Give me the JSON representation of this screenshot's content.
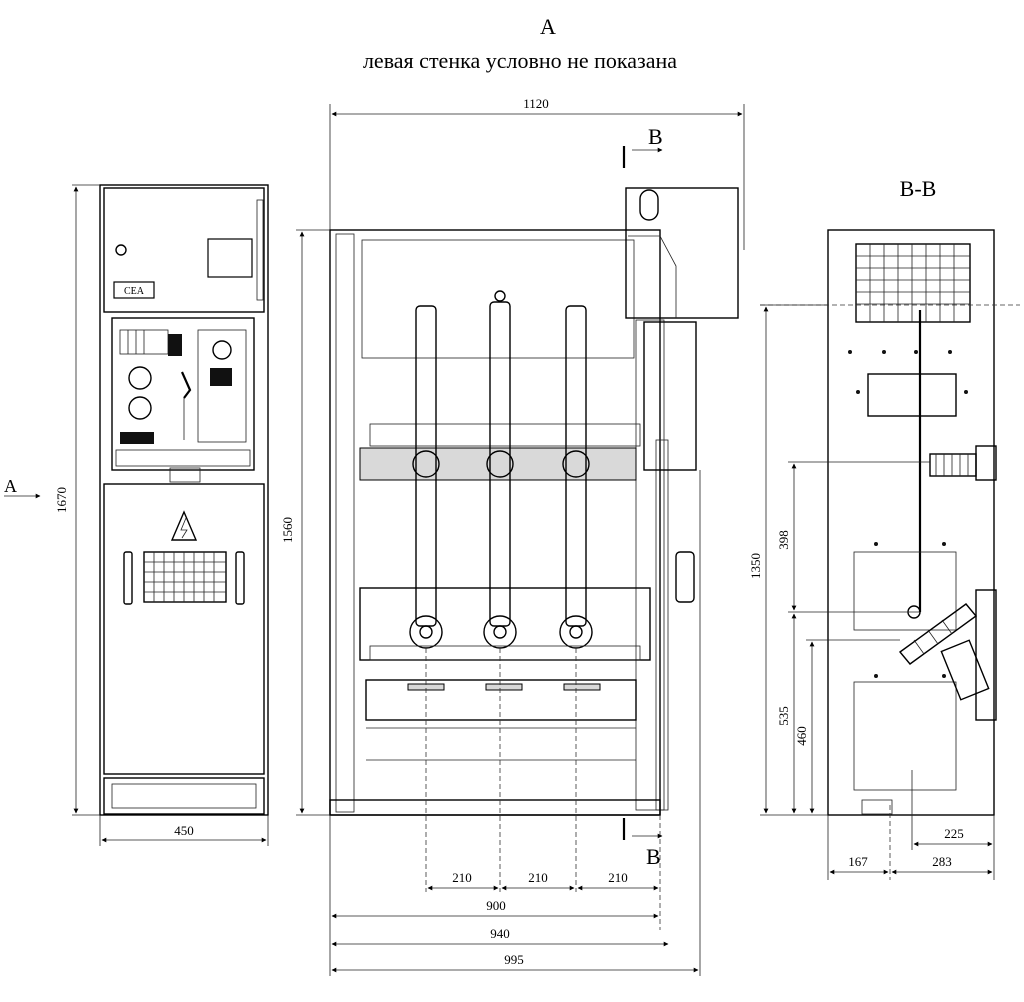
{
  "header": {
    "view_letter": "A",
    "caption": "левая стенка условно не показана"
  },
  "arrow_labels": {
    "a_left": "A",
    "b_top": "B",
    "b_bottom": "B",
    "section_title": "B-B"
  },
  "front_view": {
    "width": "450",
    "height": "1670"
  },
  "side_view": {
    "overall_width": "1120",
    "height": "1560",
    "pitch_1": "210",
    "pitch_2": "210",
    "pitch_3": "210",
    "dim_900": "900",
    "dim_940": "940",
    "dim_995": "995"
  },
  "section_view": {
    "height": "1350",
    "dim_398": "398",
    "dim_535": "535",
    "dim_460": "460",
    "dim_225": "225",
    "dim_167": "167",
    "dim_283": "283"
  },
  "panel_logo_text": "CEA"
}
